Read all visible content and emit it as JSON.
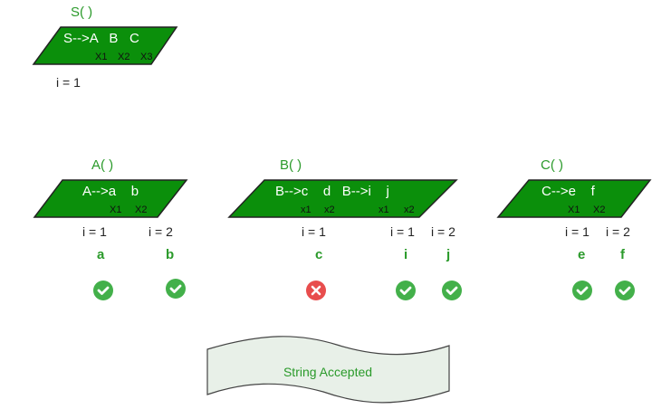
{
  "colors": {
    "green": "#0b8f0b",
    "title": "#2a9a2a",
    "check": "#43b04a",
    "cross": "#e84d4d",
    "banner": "#e8f0e8"
  },
  "s_block": {
    "title": "S( )",
    "production": "S-->A   B   C",
    "subs": [
      "X1",
      "X2",
      "X3"
    ],
    "index": "i = 1"
  },
  "a_block": {
    "title": "A( )",
    "production": "A-->a    b",
    "subs": [
      "X1",
      "X2"
    ],
    "indices": [
      "i = 1",
      "i = 2"
    ],
    "chars": [
      "a",
      "b"
    ],
    "results": [
      "check-icon",
      "check-icon"
    ]
  },
  "b_block": {
    "title": "B( )",
    "production": "B-->c    d   B-->i    j",
    "subs": [
      "x1",
      "x2",
      "x1",
      "x2"
    ],
    "indices": [
      "i = 1",
      "i = 1",
      "i = 2"
    ],
    "chars": [
      "c",
      "i",
      "j"
    ],
    "results": [
      "cross-icon",
      "check-icon",
      "check-icon"
    ]
  },
  "c_block": {
    "title": "C( )",
    "production": "C-->e    f",
    "subs": [
      "X1",
      "X2"
    ],
    "indices": [
      "i = 1",
      "i = 2"
    ],
    "chars": [
      "e",
      "f"
    ],
    "results": [
      "check-icon",
      "check-icon"
    ]
  },
  "result_banner": {
    "label": "String Accepted"
  }
}
